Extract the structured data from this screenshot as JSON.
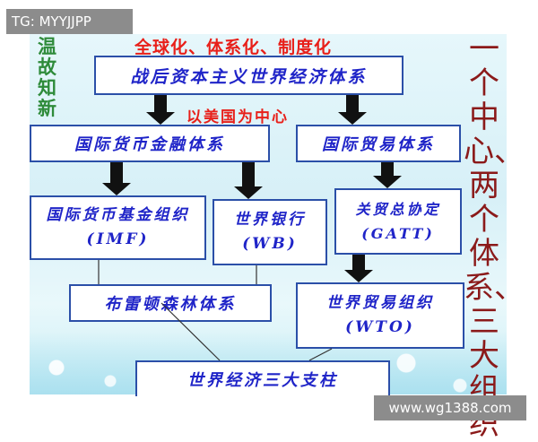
{
  "watermark_top": "TG: MYYJJPP",
  "watermark_bottom": "www.wg1388.com",
  "side_left": "温故知新",
  "side_right": "一个中心、两个体系、三大组织",
  "top_banner": "全球化、体系化、制度化",
  "center_label": "以美国为中心",
  "nodes": {
    "root": "战后资本主义世界经济体系",
    "finance": "国际货币金融体系",
    "trade": "国际贸易体系",
    "imf": "国际货币基金组织(IMF)",
    "wb": "世界银行(WB)",
    "gatt": "关贸总协定(GATT)",
    "bretton": "布雷顿森林体系",
    "wto": "世界贸易组织(WTO)",
    "pillars": "世界经济三大支柱"
  },
  "colors": {
    "box_text": "#1f24c8",
    "box_border": "#2b4fa8",
    "banner_red": "#e8201a",
    "side_green": "#2e8b3a",
    "side_dark_red": "#8b1a1a"
  }
}
